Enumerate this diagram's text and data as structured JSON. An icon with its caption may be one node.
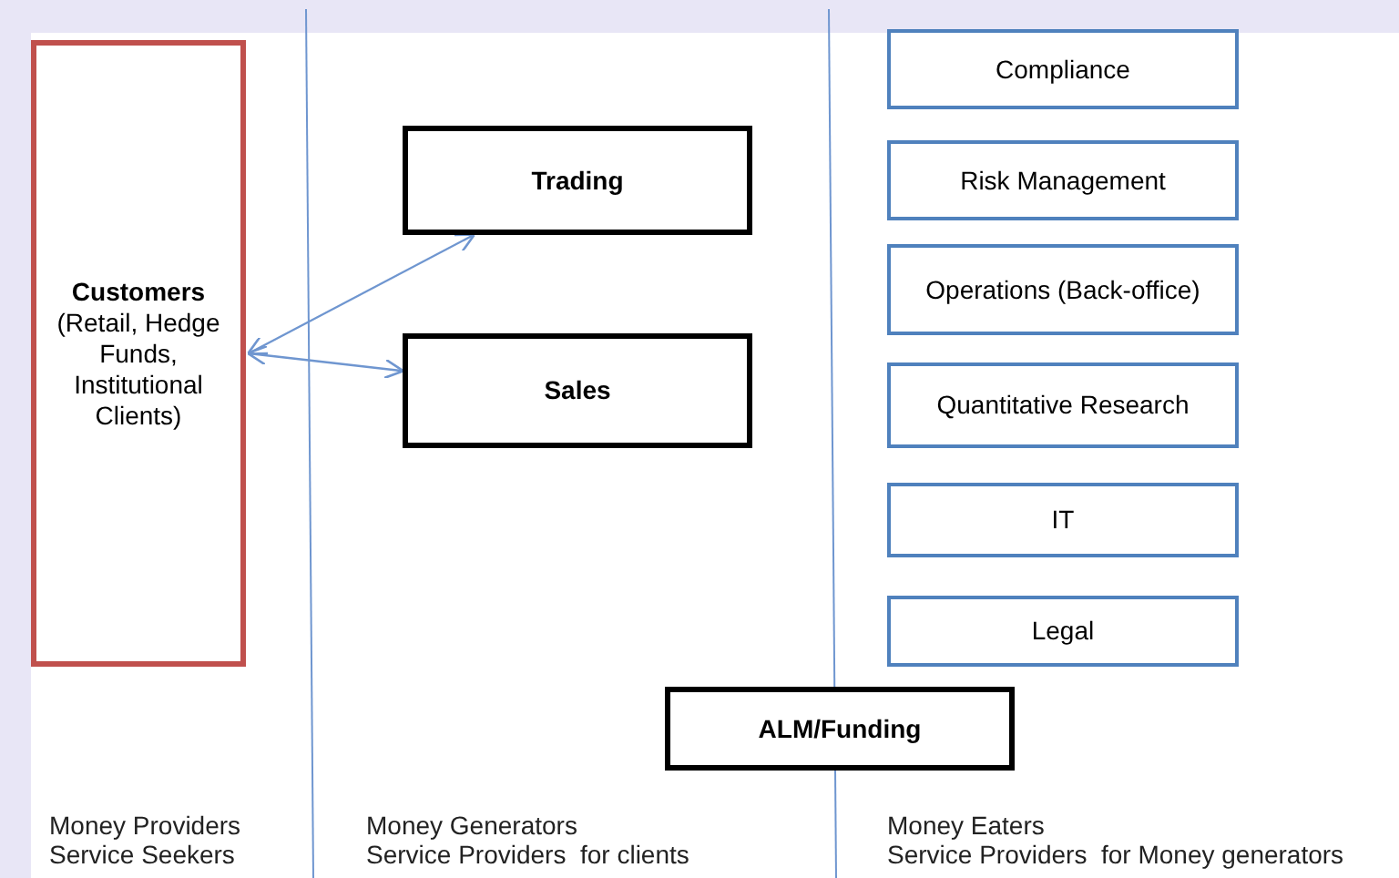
{
  "diagram": {
    "nodes": [
      {
        "text": [
          "Customers",
          "(Retail, Hedge Funds, Institutional Clients)"
        ]
      },
      {
        "text": [
          "Trading"
        ]
      },
      {
        "text": [
          "Sales"
        ]
      },
      {
        "text": [
          "Compliance"
        ]
      },
      {
        "text": [
          "Risk Management"
        ]
      },
      {
        "text": [
          "Operations (Back-office)"
        ]
      },
      {
        "text": [
          "Quantitative Research"
        ]
      },
      {
        "text": [
          "IT"
        ]
      },
      {
        "text": [
          "Legal"
        ]
      },
      {
        "text": [
          "ALM/Funding"
        ]
      }
    ],
    "edges": [
      {
        "from": 0,
        "to": 1,
        "arrow": "both"
      },
      {
        "from": 0,
        "to": 2,
        "arrow": "both"
      }
    ],
    "labels": [
      "Money Providers",
      "Service Seekers",
      "Money Generators",
      "Service Providers  for clients",
      "Money Eaters",
      "Service Providers  for Money generators"
    ]
  }
}
